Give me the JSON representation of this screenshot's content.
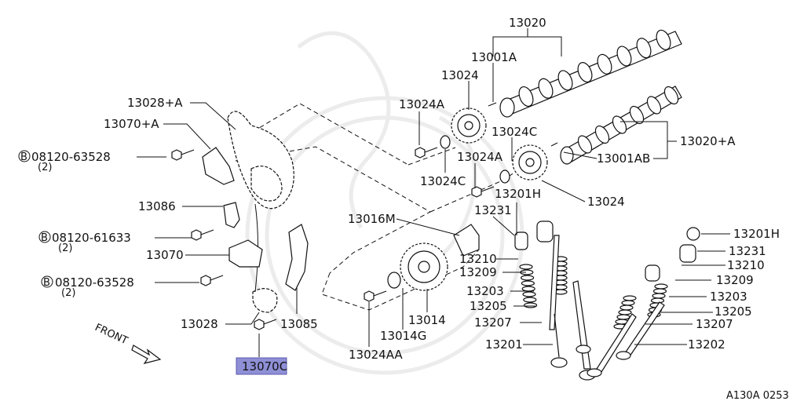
{
  "diagram_code": "A130A 0253",
  "front_label": "FRONT",
  "highlight_color": "#8f8fd6",
  "parts": {
    "p13020": "13020",
    "p13001A": "13001A",
    "p13024_top": "13024",
    "p13024A_top": "13024A",
    "p13024C_right": "13024C",
    "p13024C_left": "13024C",
    "p13024A_mid": "13024A",
    "p13020A": "13020+A",
    "p13001AB": "13001AB",
    "p13024_right": "13024",
    "p13201H_mid": "13201H",
    "p13231_mid": "13231",
    "p13028A": "13028+A",
    "p13070A": "13070+A",
    "p13086": "13086",
    "p13070": "13070",
    "p13016M": "13016M",
    "p13210_mid": "13210",
    "p13209_mid": "13209",
    "p13203_mid": "13203",
    "p13205_mid": "13205",
    "p13207_mid": "13207",
    "p13201": "13201",
    "p13028": "13028",
    "p13085": "13085",
    "p13014": "13014",
    "p13014G": "13014G",
    "p13024AA": "13024AA",
    "p13070C": "13070C",
    "p13201H_right": "13201H",
    "p13231_right": "13231",
    "p13210_right": "13210",
    "p13209_right": "13209",
    "p13203_right": "13203",
    "p13205_right": "13205",
    "p13207_right": "13207",
    "p13202": "13202"
  },
  "bolts": {
    "b1": {
      "code": "08120-63528",
      "qty": "(2)",
      "marker": "B"
    },
    "b2": {
      "code": "08120-61633",
      "qty": "(2)",
      "marker": "B"
    },
    "b3": {
      "code": "08120-63528",
      "qty": "(2)",
      "marker": "B"
    }
  }
}
